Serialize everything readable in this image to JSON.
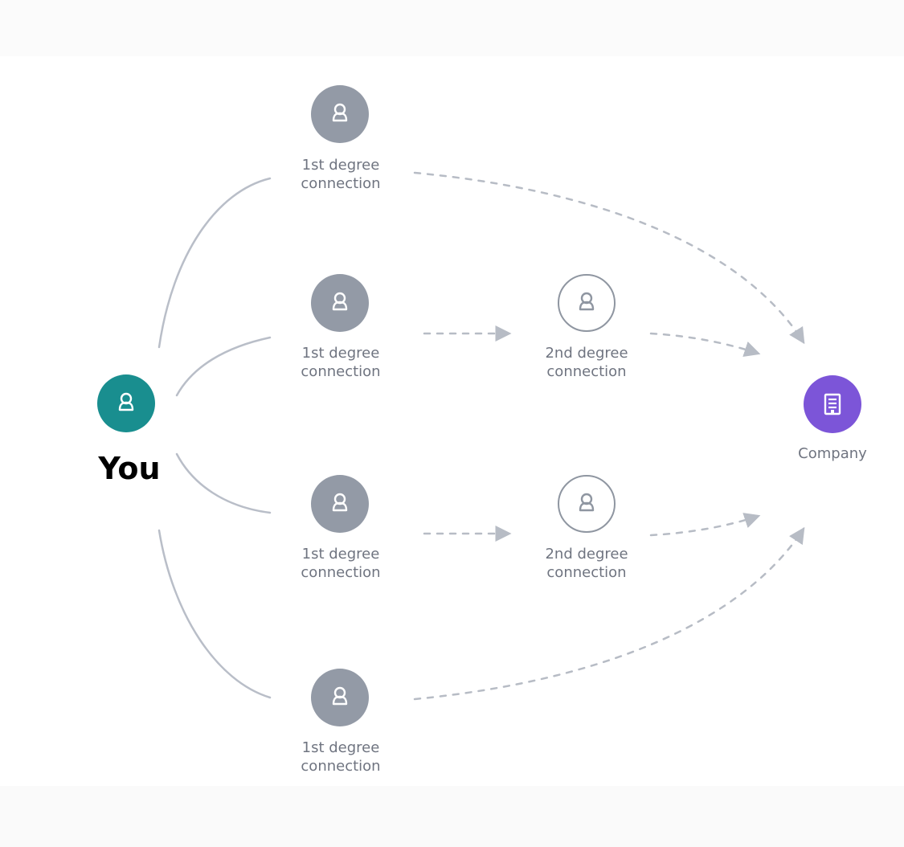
{
  "diagram": {
    "you": {
      "label": "You",
      "icon": "person-icon",
      "color": "#198e8f"
    },
    "company": {
      "label": "Company",
      "icon": "building-icon",
      "color": "#7c55d8"
    },
    "first_degree": [
      {
        "label": "1st degree\nconnection",
        "icon": "person-icon"
      },
      {
        "label": "1st degree\nconnection",
        "icon": "person-icon"
      },
      {
        "label": "1st degree\nconnection",
        "icon": "person-icon"
      },
      {
        "label": "1st degree\nconnection",
        "icon": "person-icon"
      }
    ],
    "second_degree": [
      {
        "label": "2nd degree\nconnection",
        "icon": "person-outline-icon"
      },
      {
        "label": "2nd degree\nconnection",
        "icon": "person-outline-icon"
      }
    ],
    "colors": {
      "first_degree_node": "#939aa6",
      "second_degree_border": "#8f96a1",
      "link_solid": "#b9bec8",
      "link_dashed": "#b7bcc5",
      "label_text": "#6f7480"
    }
  }
}
